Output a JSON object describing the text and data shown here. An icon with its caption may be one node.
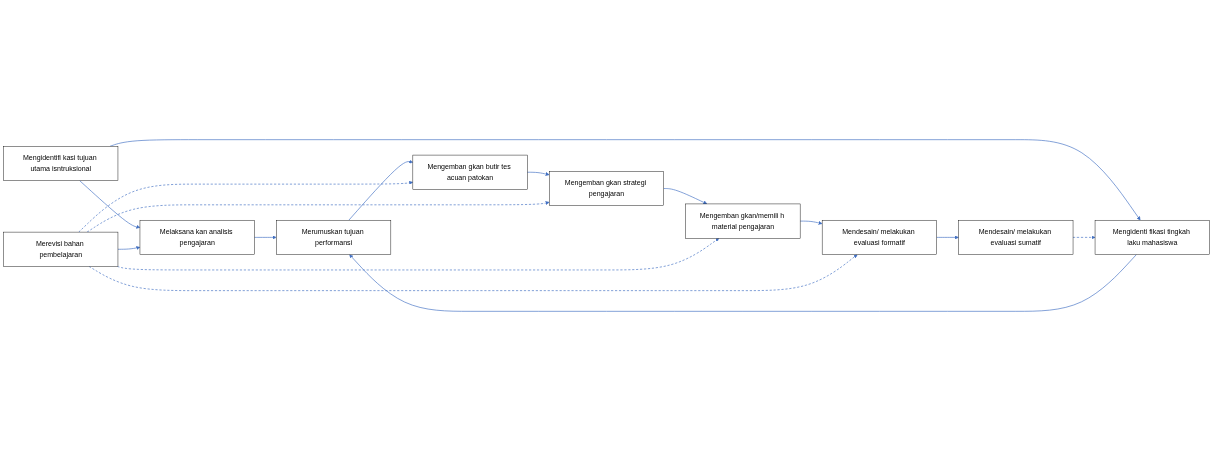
{
  "diagram": {
    "nodes": [
      {
        "text": [
          "Mengidentifi kasi tujuan utama isntruksional"
        ]
      },
      {
        "text": [
          "Melaksana kan analisis pengajaran"
        ]
      },
      {
        "text": [
          "Merevisi bahan pembelajaran"
        ]
      },
      {
        "text": [
          "Merumuskan tujuan performansi"
        ]
      },
      {
        "text": [
          "Mengemban gkan butir tes acuan patokan"
        ]
      },
      {
        "text": [
          "Mengemban gkan strategi pengajaran"
        ]
      },
      {
        "text": [
          "Mengemban gkan/memili h material pengajaran"
        ]
      },
      {
        "text": [
          "Mendesain/ melakukan evaluasi formatif"
        ]
      },
      {
        "text": [
          "Mengidenti fikasi tingkah laku mahasiswa"
        ]
      },
      {
        "text": [
          "Mendesain/ melakukan evaluasi sumatif"
        ]
      }
    ],
    "edges": [
      {
        "from": 0,
        "to": 1,
        "arrow": "to"
      },
      {
        "from": 0,
        "to": 8,
        "arrow": "to"
      },
      {
        "from": 2,
        "to": 1,
        "arrow": "to"
      },
      {
        "from": 1,
        "to": 3,
        "arrow": "to"
      },
      {
        "from": 8,
        "to": 3,
        "arrow": "to"
      },
      {
        "from": 3,
        "to": 4,
        "arrow": "to"
      },
      {
        "from": 4,
        "to": 5,
        "arrow": "to"
      },
      {
        "from": 5,
        "to": 6,
        "arrow": "to"
      },
      {
        "from": 6,
        "to": 7,
        "arrow": "to"
      },
      {
        "from": 2,
        "to": 4,
        "arrow": "to",
        "style": "dashed"
      },
      {
        "from": 2,
        "to": 5,
        "arrow": "to",
        "style": "dashed"
      },
      {
        "from": 2,
        "to": 6,
        "arrow": "to",
        "style": "dashed"
      },
      {
        "from": 2,
        "to": 7,
        "arrow": "to",
        "style": "dashed"
      },
      {
        "from": 7,
        "to": 9,
        "arrow": "to"
      },
      {
        "from": 9,
        "to": 8,
        "arrow": "to",
        "style": "dashed"
      }
    ]
  }
}
